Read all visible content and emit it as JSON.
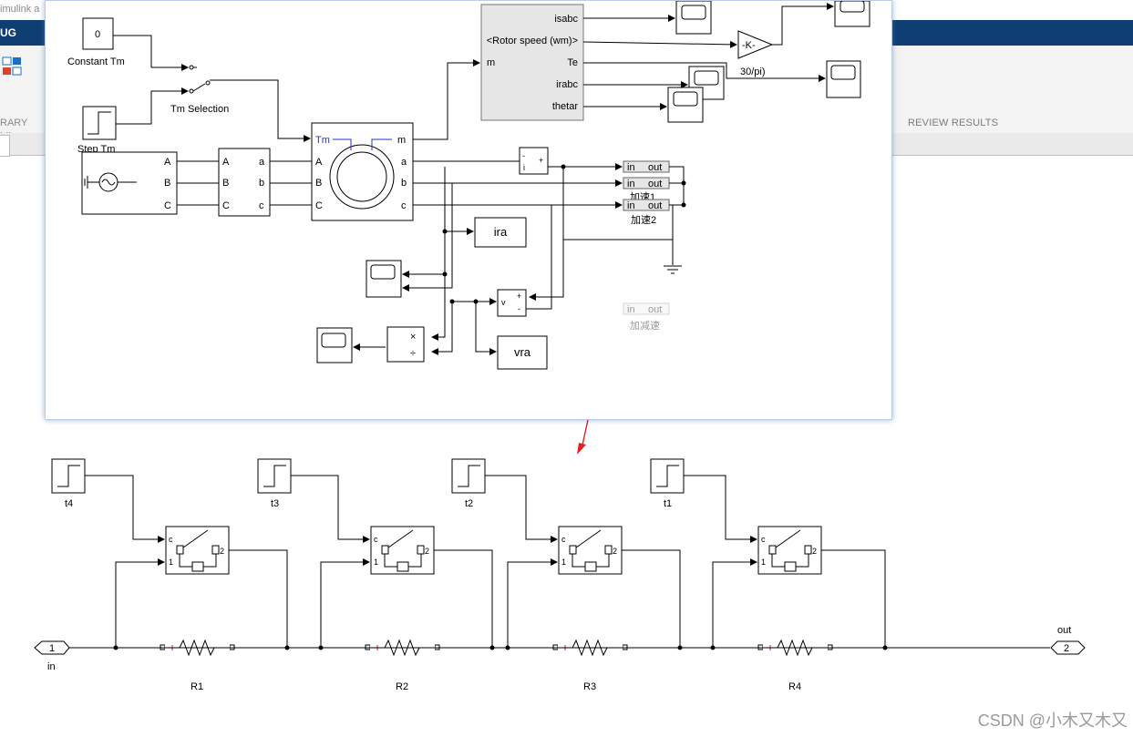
{
  "window": {
    "title": "imulink a"
  },
  "ribbon": {
    "tab_label": "UG",
    "library_browser_label": [
      "Library",
      "rowser"
    ],
    "section_library": "RARY",
    "section_review": "REVIEW RESULTS"
  },
  "main_model": {
    "constant_value": "0",
    "constant_label": "Constant Tm",
    "step_label": "Step Tm",
    "switch_label": "Tm Selection",
    "ports_abc": [
      "A",
      "B",
      "C"
    ],
    "ports_abc_out": [
      "a",
      "b",
      "c"
    ],
    "motor_tm": "Tm",
    "motor_m": "m",
    "demux_in": "m",
    "bus_signals": [
      "isabc",
      "<Rotor speed (wm)>",
      "Te",
      "irabc",
      "thetar"
    ],
    "gain_value": "-K-",
    "gain_label": "30/pi)",
    "current_meas_plus": "+",
    "current_meas_minus": "-",
    "current_meas_i": "i",
    "sub_in": "in",
    "sub_out": "out",
    "sub_labels": [
      "加速1",
      "加速2"
    ],
    "sub_faded_label": "加减速",
    "ira_label": "ira",
    "vra_label": "vra",
    "volt_v": "v",
    "volt_plus": "+",
    "volt_minus": "-",
    "product_times": "×",
    "product_div": "÷"
  },
  "sub_model": {
    "steps": [
      "t4",
      "t3",
      "t2",
      "t1"
    ],
    "resistors": [
      "R1",
      "R2",
      "R3",
      "R4"
    ],
    "switch_ports": {
      "c": "c",
      "one": "1",
      "two": "2"
    },
    "inport": {
      "number": "1",
      "label": "in"
    },
    "outport": {
      "number": "2",
      "label": "out"
    }
  },
  "watermark": "CSDN @小木又木又"
}
